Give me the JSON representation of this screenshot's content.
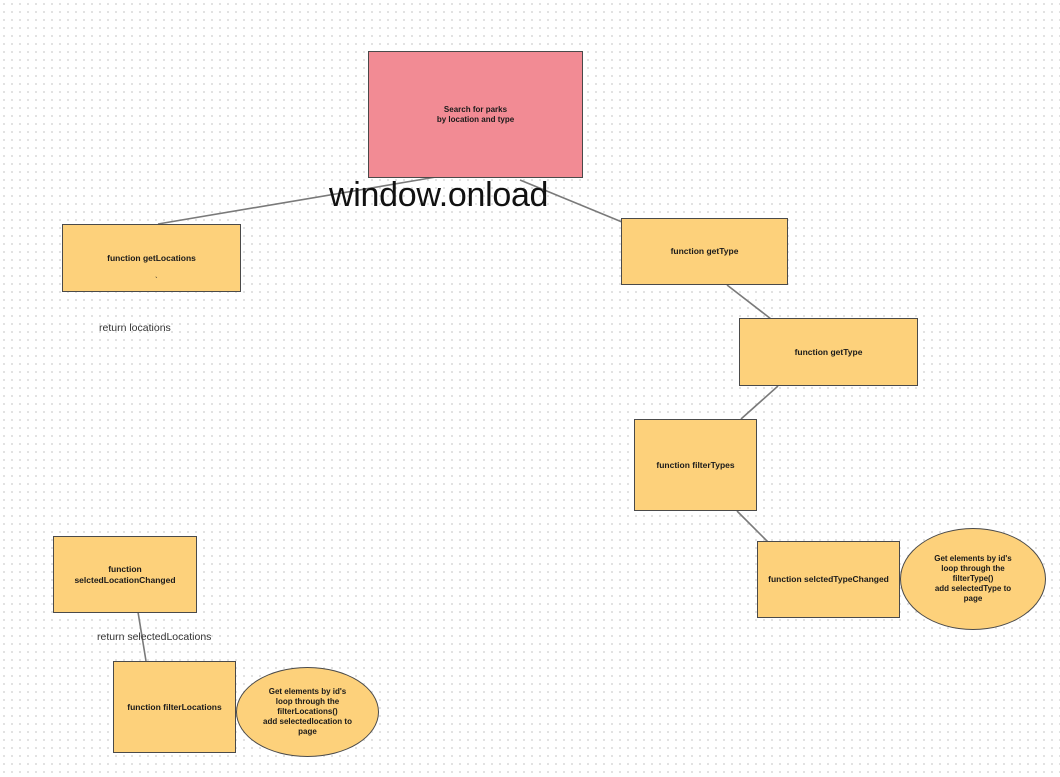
{
  "diagram": {
    "header_box": {
      "label": "Search for parks\nby location and type"
    },
    "title_label": "window.onload",
    "nodes": {
      "get_locations": {
        "label": "function getLocations"
      },
      "get_locations_mark": "`",
      "get_type_1": {
        "label": "function getType"
      },
      "get_type_2": {
        "label": "function getType"
      },
      "filter_types": {
        "label": "function filterTypes"
      },
      "selcted_type_changed": {
        "label": "function selctedTypeChanged"
      },
      "selcted_location_changed": {
        "label": "function\nselctedLocationChanged"
      },
      "filter_locations": {
        "label": "function filterLocations"
      }
    },
    "notes": {
      "type_note": "Get elements by id's\nloop through the\nfilterType()\nadd selectedType to\npage",
      "location_note": "Get elements by id's\nloop through the\nfilterLocations()\nadd selectedlocation to\npage"
    },
    "annotations": {
      "return_locations": "return locations",
      "return_selected_locations": "return selectedLocations"
    },
    "colors": {
      "header_fill": "#f28b94",
      "node_fill": "#fdd17b",
      "connector": "#7a7a7a"
    }
  }
}
